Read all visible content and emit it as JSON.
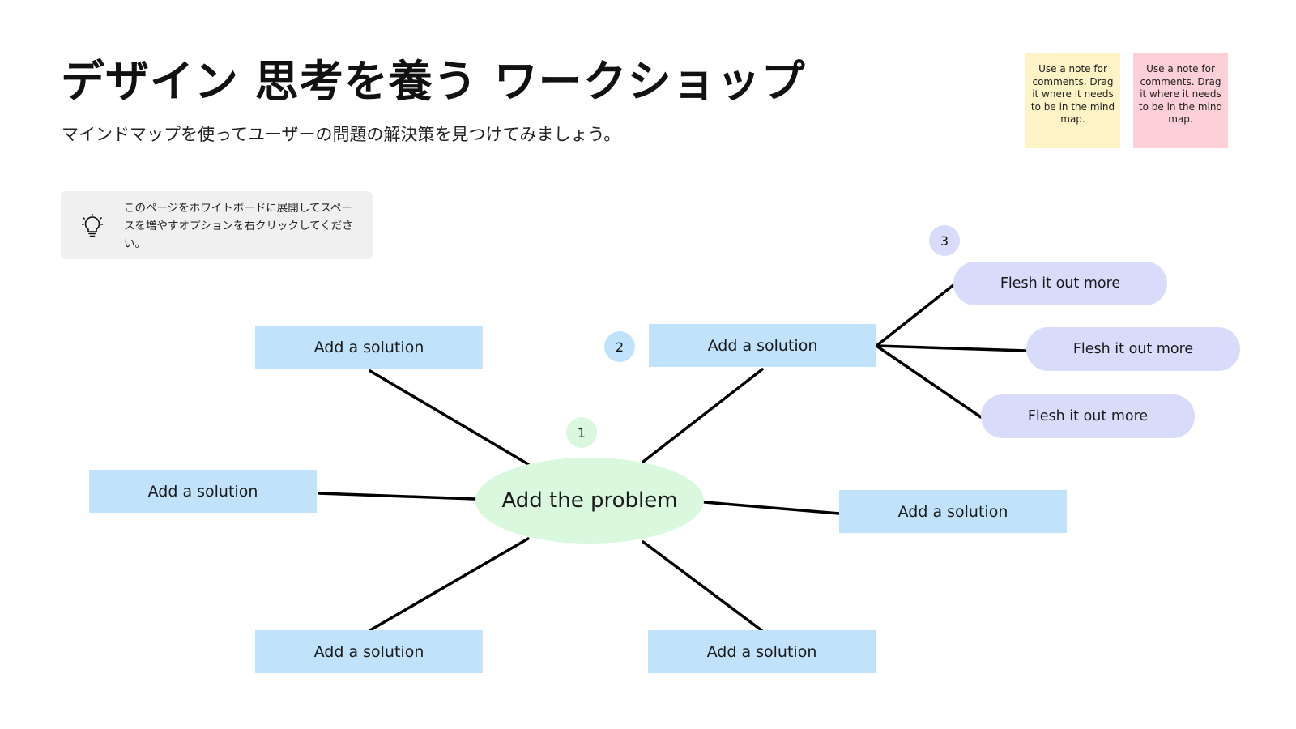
{
  "header": {
    "title": "デザイン 思考を養う ワークショップ",
    "subtitle": "マインドマップを使ってユーザーの問題の解決策を見つけてみましょう。"
  },
  "notes": [
    {
      "text": "Use a note for comments. Drag it where it needs to be in the mind map.",
      "color": "#fdf3c4"
    },
    {
      "text": "Use a note for comments. Drag it where it needs to be in the mind map.",
      "color": "#fdcfd6"
    }
  ],
  "tip": {
    "icon": "lightbulb-icon",
    "text": "このページをホワイトボードに展開してスペースを増やすオプションを右クリックしてください。"
  },
  "mindmap": {
    "center": "Add the problem",
    "badges": [
      "1",
      "2",
      "3"
    ],
    "solutions": {
      "top_left": "Add a solution",
      "top_right": "Add a solution",
      "left": "Add a solution",
      "right": "Add a solution",
      "bottom_left": "Add a solution",
      "bottom_right": "Add a solution"
    },
    "details": [
      "Flesh it out more",
      "Flesh it out more",
      "Flesh it out more"
    ]
  },
  "colors": {
    "problem": "#d9f8de",
    "solution": "#c0e2fb",
    "detail": "#d9dbfb",
    "connector": "#000000",
    "tip_background": "#f0f0f0"
  }
}
